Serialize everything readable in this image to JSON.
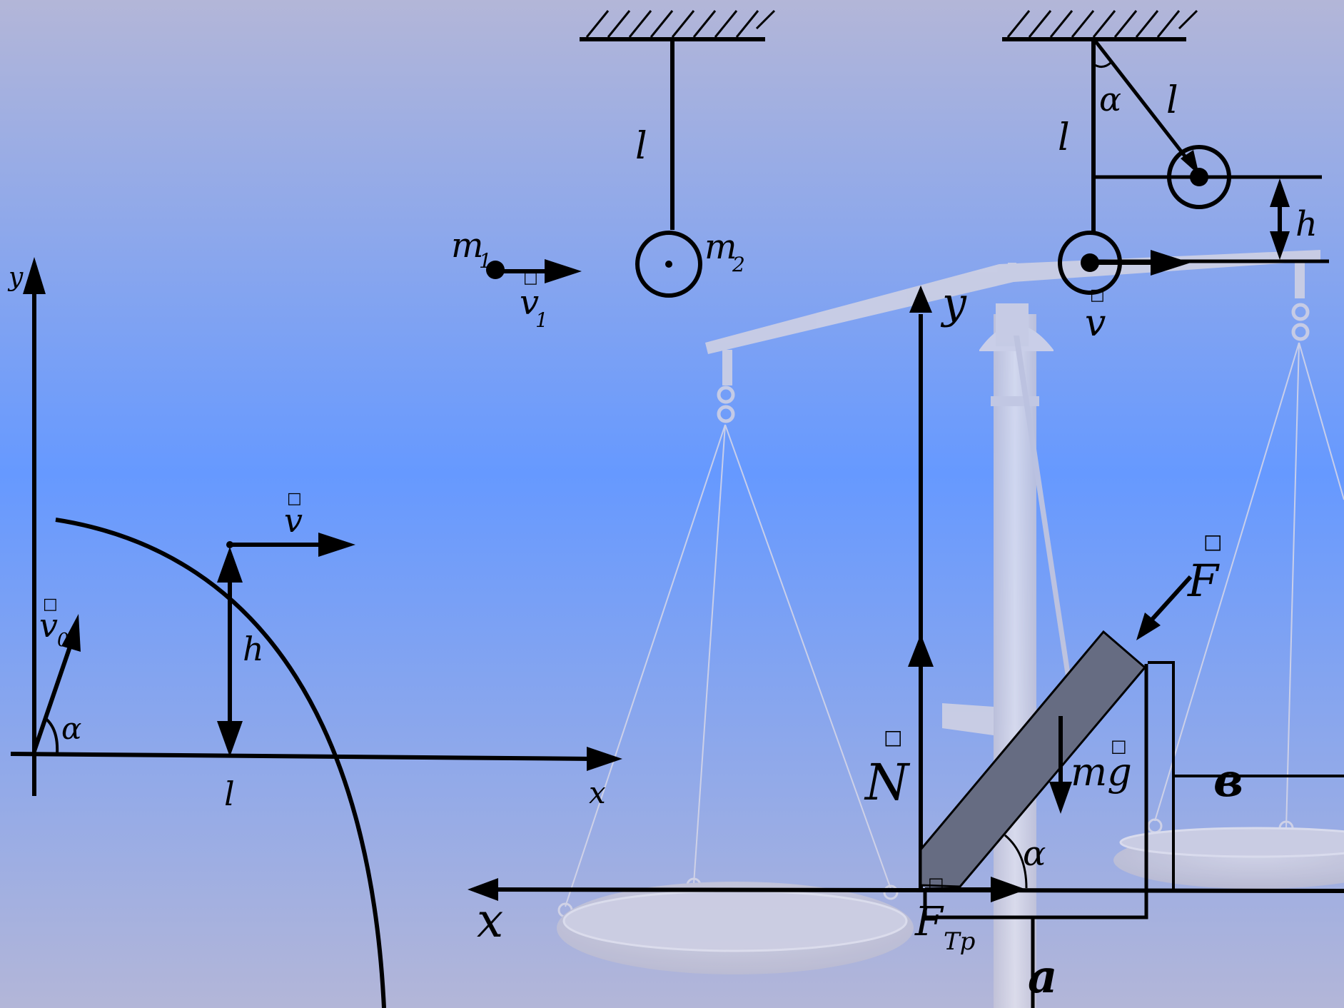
{
  "colors": {
    "background_top": "#b3b6d8",
    "background_mid": "#6699ff",
    "background_bottom": "#b3b6d8",
    "ink": "#000000",
    "scale": "#d3d3e3",
    "block": "#666c82"
  },
  "icon_names": {
    "vector_marker": "□",
    "balance_scale": "scale-icon",
    "ceiling": "hatched-ceiling-icon"
  },
  "projectile": {
    "axis_y": "y",
    "axis_x": "x",
    "velocity0": "v",
    "velocity0_sub": "0",
    "angle": "α",
    "velocity": "v",
    "height": "h",
    "range": "l"
  },
  "collision": {
    "mass1": "m",
    "mass1_sub": "1",
    "velocity1": "v",
    "velocity1_sub": "1",
    "length": "l",
    "mass2": "m",
    "mass2_sub": "2"
  },
  "pendulum": {
    "length_vertical": "l",
    "length_string": "l",
    "angle": "α",
    "height": "h",
    "velocity": "v"
  },
  "incline": {
    "axis_y": "y",
    "axis_x": "x",
    "normal": "N",
    "gravity": "mg",
    "force": "F",
    "friction": "F",
    "friction_sub": "Tp",
    "angle": "α",
    "side_b": "в",
    "side_a": "a"
  }
}
